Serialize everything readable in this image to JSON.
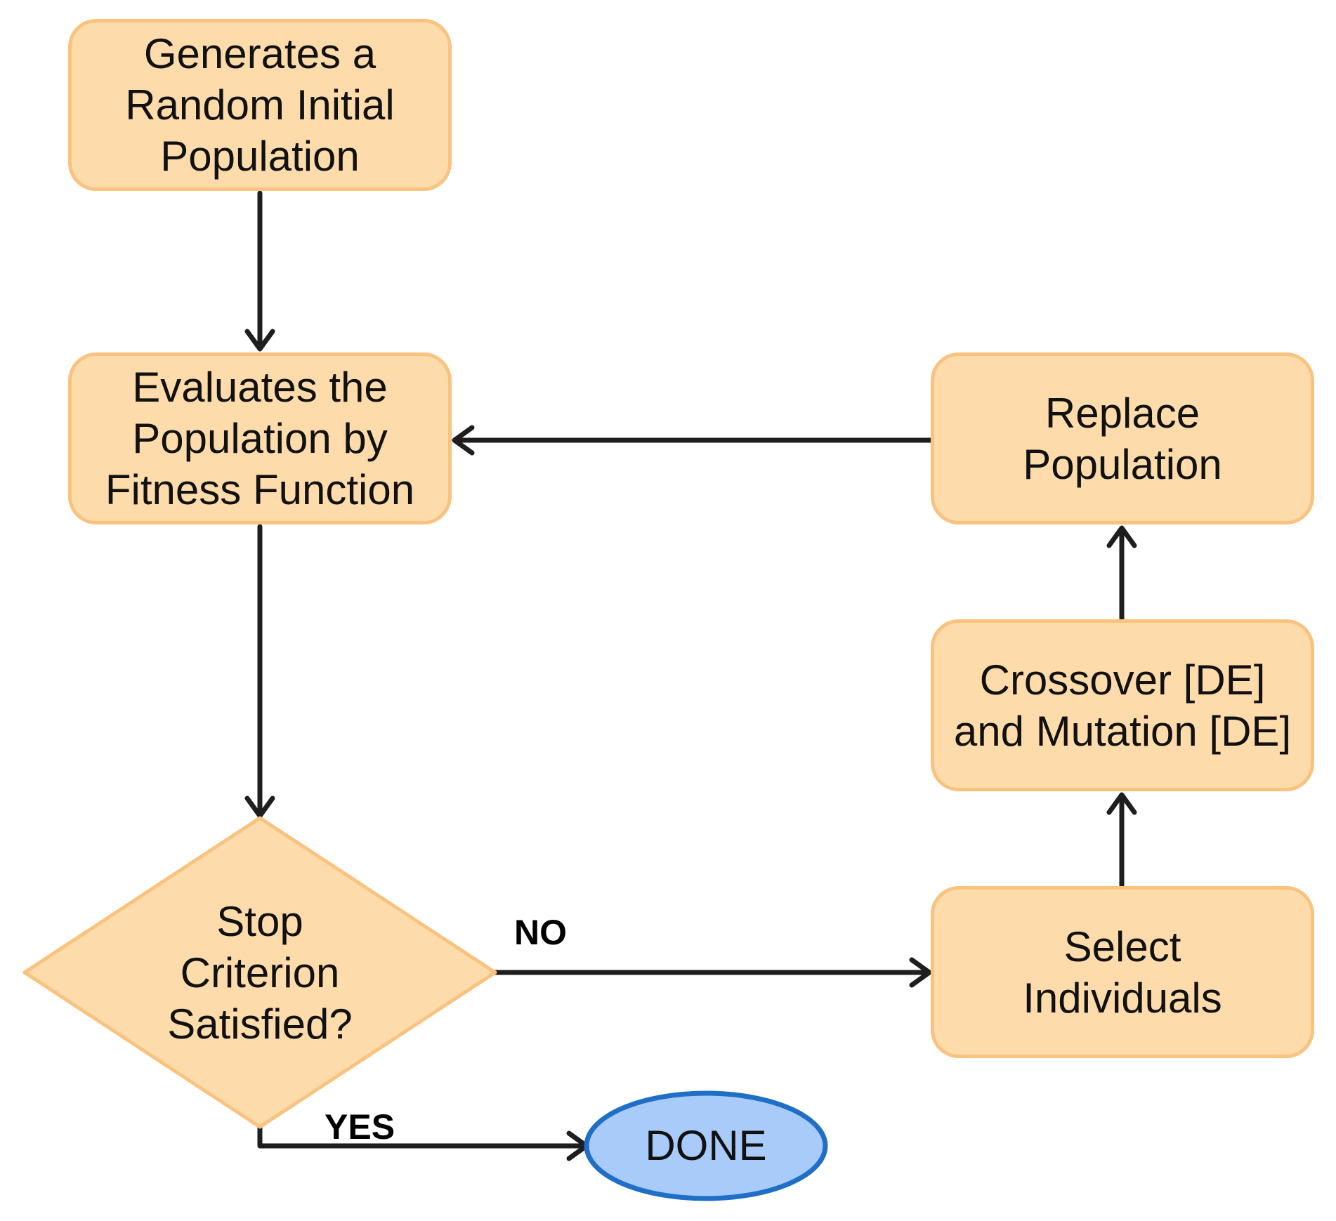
{
  "nodes": {
    "start": "Generates a\nRandom Initial\nPopulation",
    "evaluate": "Evaluates the\nPopulation by\nFitness Function",
    "decision": "Stop\nCriterion\nSatisfied?",
    "replace": "Replace\nPopulation",
    "crossover": "Crossover [DE]\nand Mutation [DE]",
    "select": "Select\nIndividuals",
    "done": "DONE"
  },
  "edges": {
    "no_label": "NO",
    "yes_label": "YES"
  },
  "colors": {
    "box_fill": "#fddbaa",
    "box_border": "#f9c37f",
    "terminal_fill": "#a9cbfa",
    "terminal_border": "#1f6fc6",
    "arrow": "#1e1e1e"
  }
}
